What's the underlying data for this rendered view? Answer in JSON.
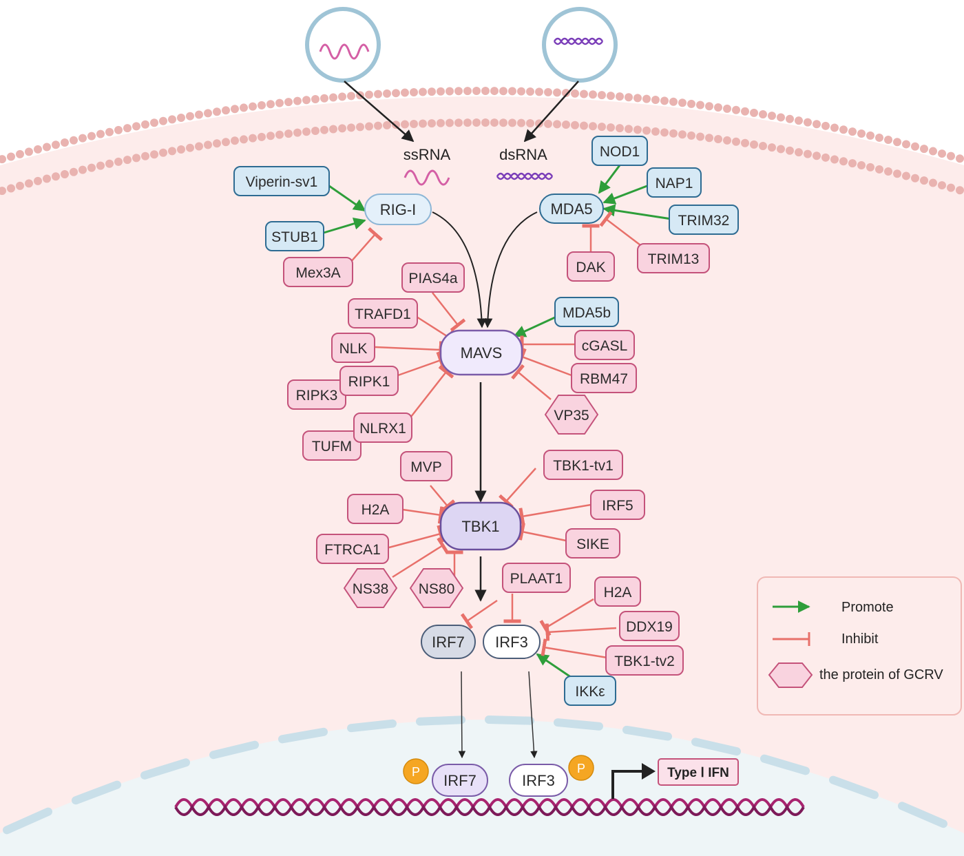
{
  "virus_ss_icon": "ssrna-wave-icon",
  "virus_ds_icon": "dsrna-double-helix-icon",
  "labels": {
    "ssrna": "ssRNA",
    "dsrna": "dsRNA"
  },
  "sensors": {
    "rig_i": "RIG-I",
    "mda5": "MDA5",
    "mavs": "MAVS",
    "tbk1": "TBK1",
    "irf7": "IRF7",
    "irf3": "IRF3",
    "irf7_nuc": "IRF7",
    "irf3_nuc": "IRF3",
    "type_i_ifn": "Type Ⅰ IFN",
    "phospho": "P"
  },
  "regulators": {
    "viperin_sv1": "Viperin-sv1",
    "stub1": "STUB1",
    "mex3a": "Mex3A",
    "nod1": "NOD1",
    "nap1": "NAP1",
    "trim32": "TRIM32",
    "trim13": "TRIM13",
    "dak": "DAK",
    "pias4a": "PIAS4a",
    "trafd1": "TRAFD1",
    "nlk": "NLK",
    "ripk1": "RIPK1",
    "ripk3": "RIPK3",
    "nlrx1": "NLRX1",
    "tufm": "TUFM",
    "mda5b": "MDA5b",
    "cgasl": "cGASL",
    "rbm47": "RBM47",
    "vp35": "VP35",
    "mvp": "MVP",
    "tbk1_tv1": "TBK1-tv1",
    "h2a_a": "H2A",
    "irf5": "IRF5",
    "ftrca1": "FTRCA1",
    "sike": "SIKE",
    "ns38": "NS38",
    "ns80": "NS80",
    "plaat1": "PLAAT1",
    "h2a_b": "H2A",
    "ddx19": "DDX19",
    "tbk1_tv2": "TBK1-tv2",
    "ikke": "IKKε"
  },
  "legend": {
    "promote": "Promote",
    "inhibit": "Inhibit",
    "gcrv": "the protein of GCRV"
  },
  "colors": {
    "promote": "#2e9e3a",
    "inhibit": "#e8706a",
    "pink_fill": "#f9d3df",
    "pink_stroke": "#c4527a",
    "blue_fill": "#d6e9f5",
    "blue_stroke": "#2d6b92",
    "purple_fill": "#e8e1f8",
    "purple_stroke": "#7a5ba8",
    "cytoplasm": "#fdeceb",
    "membrane_bead": "#e9b3b0",
    "nucleus": "#eef5f7",
    "nuclear_envelope": "#c9dfe9",
    "dna": "#a8246f",
    "phospho": "#f5a623"
  }
}
